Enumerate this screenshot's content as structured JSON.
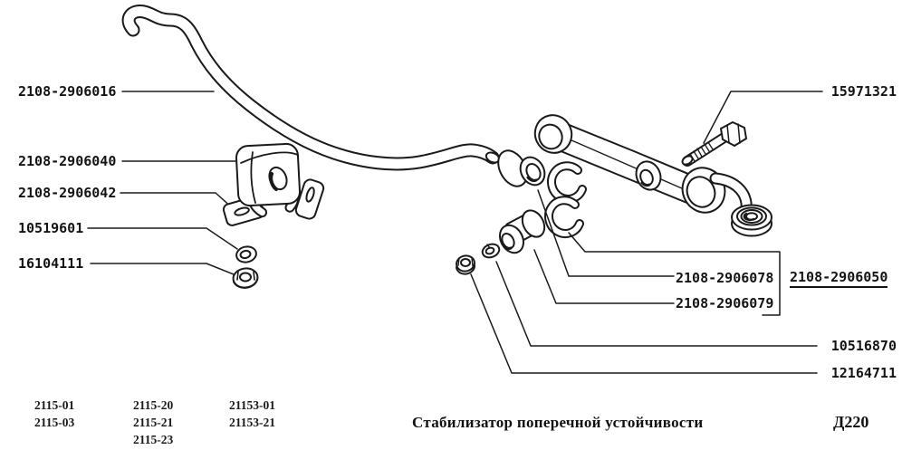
{
  "figure": {
    "colors": {
      "line": "#1a1a1a",
      "background": "#ffffff"
    },
    "callouts": {
      "bar": "2108-2906016",
      "cushion": "2108-2906040",
      "bracket": "2108-2906042",
      "washer_left": "10519601",
      "nut_left": "16104111",
      "bolt": "15971321",
      "casing": "2108-2906078",
      "bushing": "2108-2906079",
      "bushing_assembly": "2108-2906050",
      "washer_right": "10516870",
      "nut_right": "12164711"
    },
    "footer": {
      "variants": {
        "col1": [
          "2115-01",
          "2115-03"
        ],
        "col2": [
          "2115-20",
          "2115-21",
          "2115-23"
        ],
        "col3": [
          "21153-01",
          "21153-21"
        ]
      },
      "caption": "Стабилизатор поперечной устойчивости",
      "sheet_code": "Д220"
    }
  }
}
